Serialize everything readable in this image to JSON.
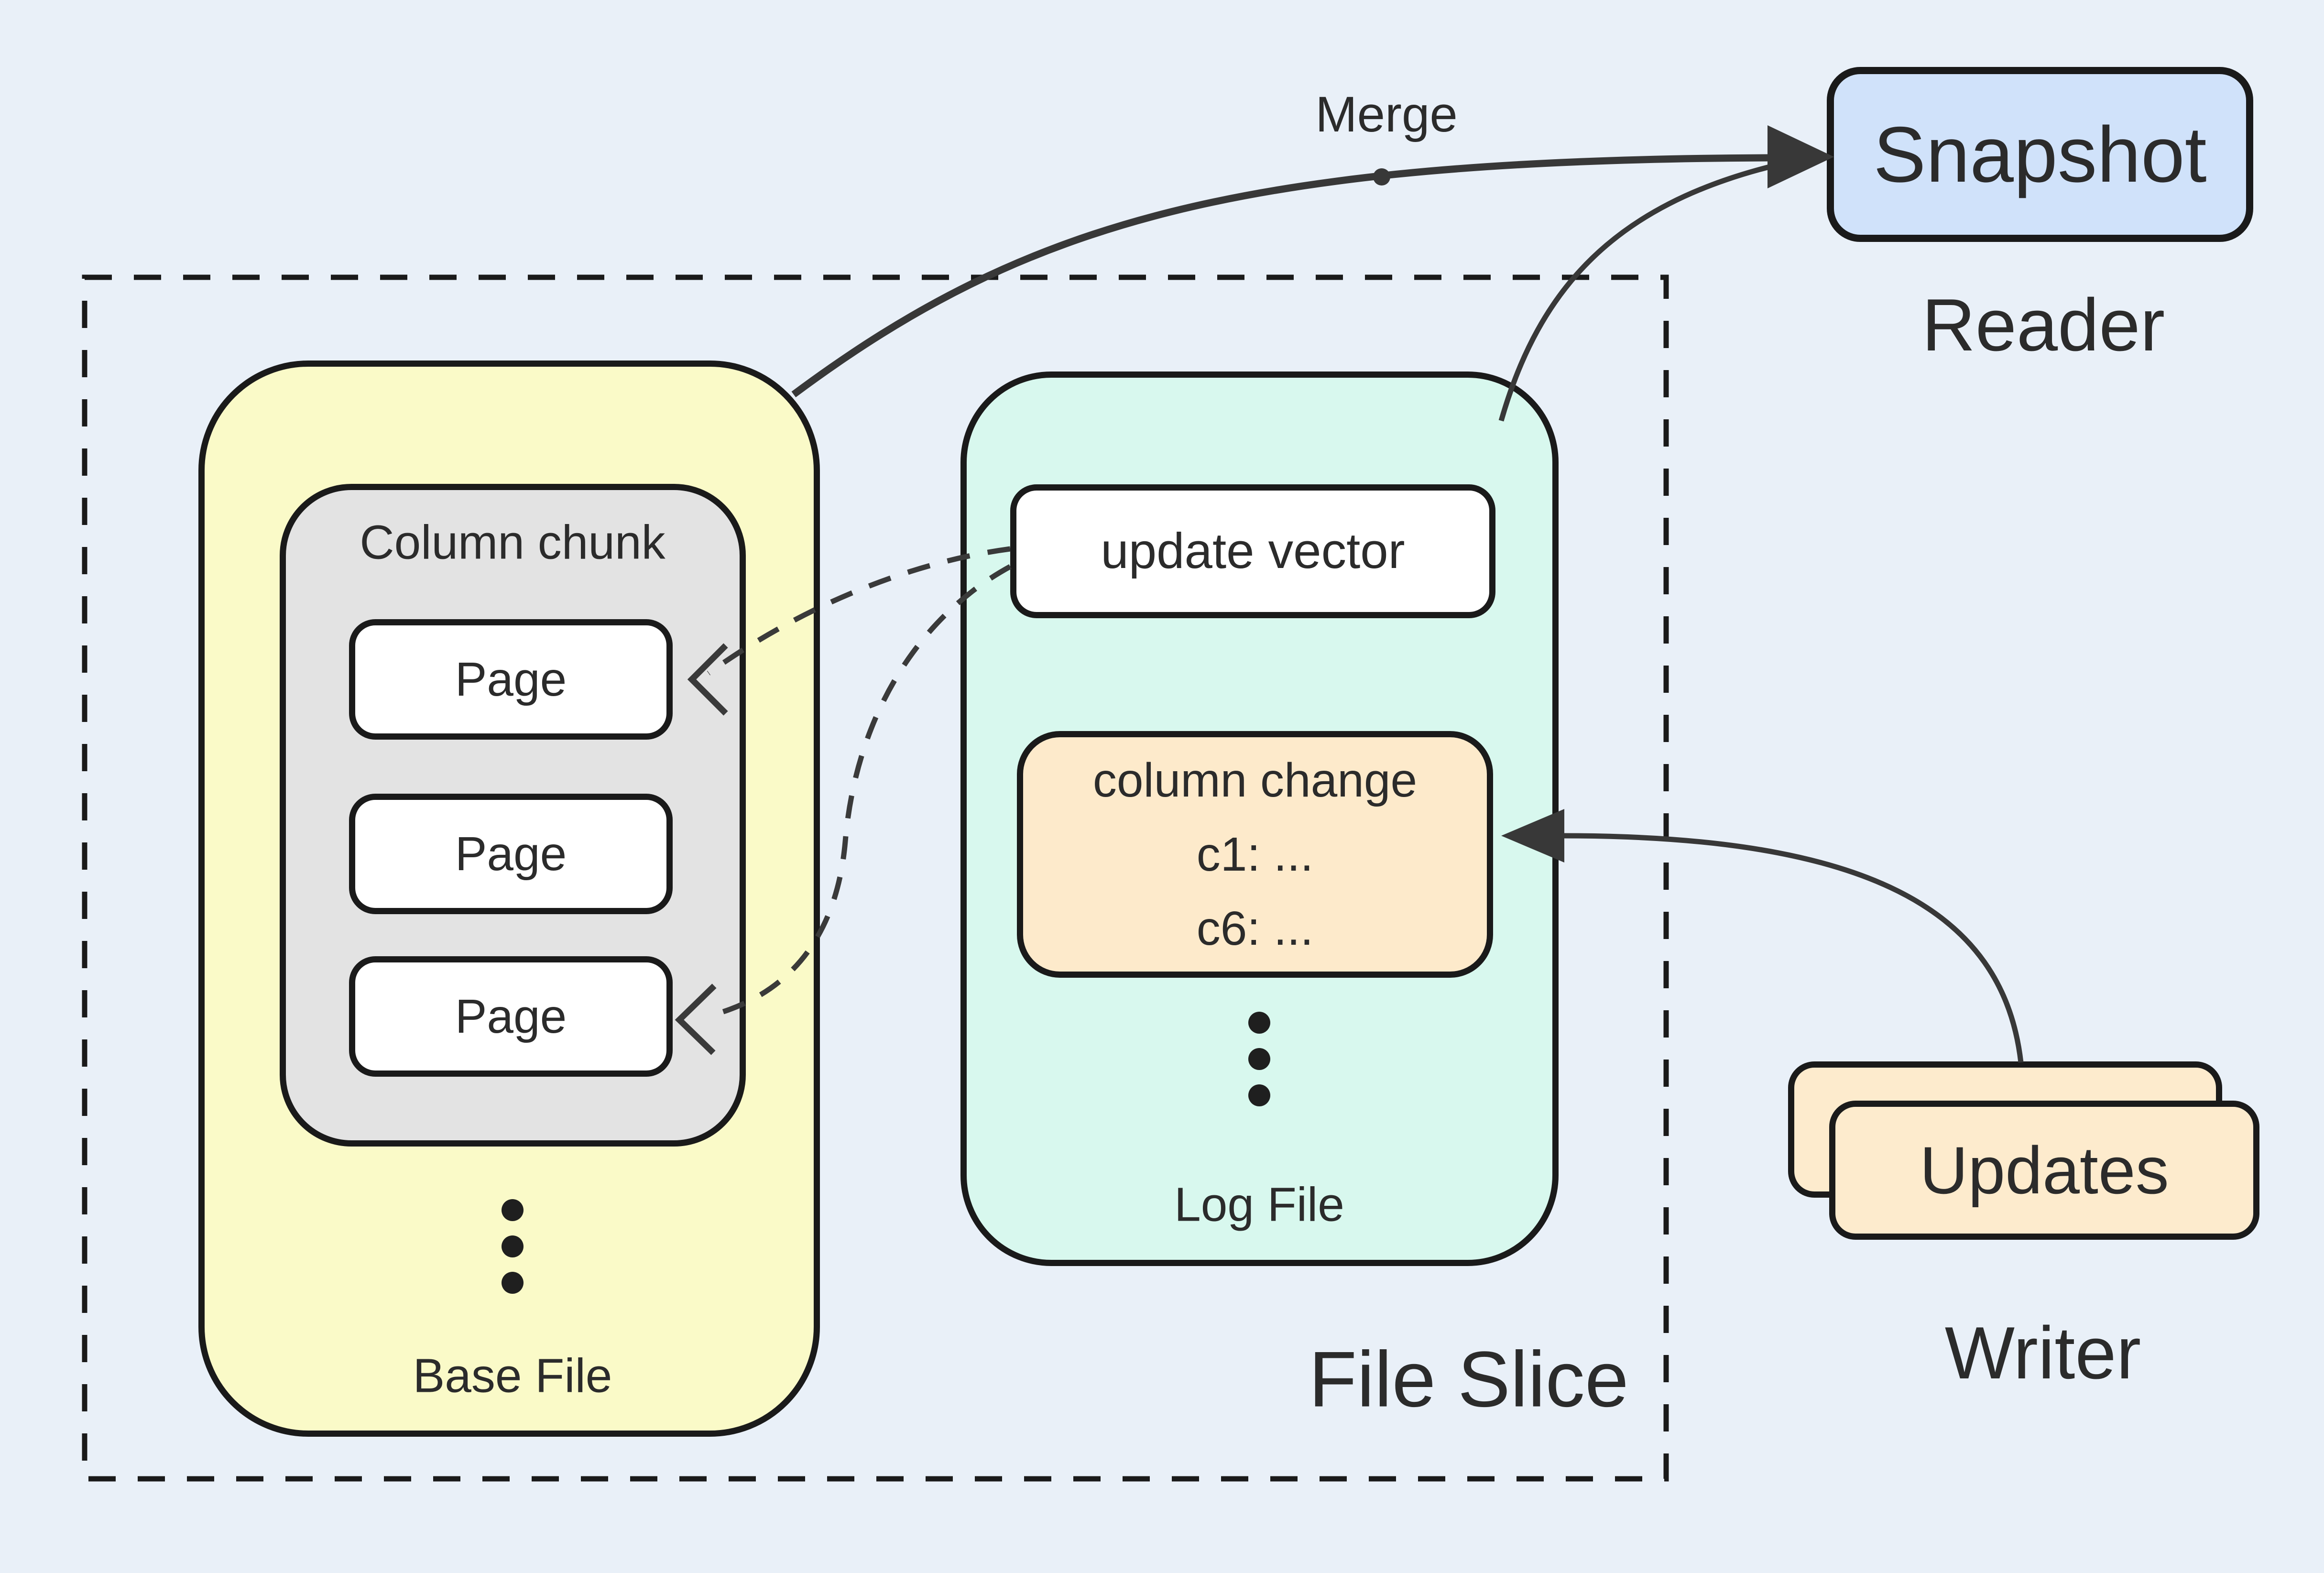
{
  "diagram": {
    "labels": {
      "merge": "Merge",
      "file_slice": "File Slice",
      "reader": "Reader",
      "writer": "Writer"
    },
    "nodes": {
      "snapshot": {
        "label": "Snapshot"
      },
      "updates": {
        "label": "Updates"
      },
      "base_file": {
        "label": "Base File",
        "column_chunk": {
          "label": "Column chunk",
          "pages": [
            "Page",
            "Page",
            "Page"
          ]
        }
      },
      "log_file": {
        "label": "Log File",
        "update_vector": {
          "label": "update vector"
        },
        "column_change": {
          "title": "column change",
          "entries": [
            "c1: ...",
            "c6: ..."
          ]
        }
      }
    },
    "colors": {
      "background": "#e9f0f8",
      "box_border": "#1a1a1a",
      "arrow": "#383838",
      "base_file_fill": "#fafac8",
      "column_chunk_fill": "#e3e3e3",
      "page_fill": "#ffffff",
      "log_file_fill": "#d8f8ee",
      "update_vector_fill": "#ffffff",
      "column_change_fill": "#fdeacb",
      "snapshot_fill": "#d0e2fa",
      "updates_fill": "#fdebcd",
      "text": "#2b2b2b"
    }
  }
}
